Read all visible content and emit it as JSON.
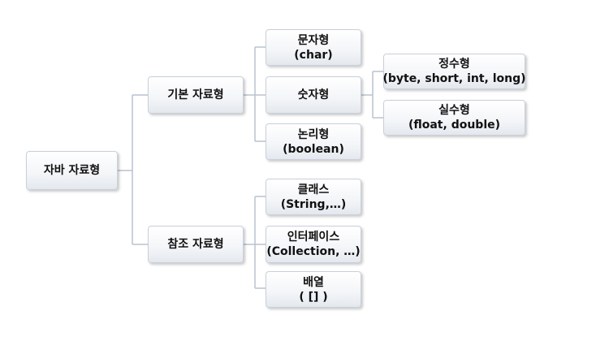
{
  "diagram": {
    "root": {
      "label": "자바 자료형"
    },
    "primitive": {
      "label": "기본 자료형"
    },
    "reference": {
      "label": "참조 자료형"
    },
    "char_type": {
      "line1": "문자형",
      "line2": "(char)"
    },
    "numeric_type": {
      "label": "숫자형"
    },
    "boolean_type": {
      "line1": "논리형",
      "line2": "(boolean)"
    },
    "integer_type": {
      "line1": "정수형",
      "line2": "(byte, short, int, long)"
    },
    "real_type": {
      "line1": "실수형",
      "line2": "(float, double)"
    },
    "class_type": {
      "line1": "클래스",
      "line2": "(String,…)"
    },
    "interface_type": {
      "line1": "인터페이스",
      "line2": "(Collection, …)"
    },
    "array_type": {
      "line1": "배열",
      "line2": "( [] )"
    }
  }
}
